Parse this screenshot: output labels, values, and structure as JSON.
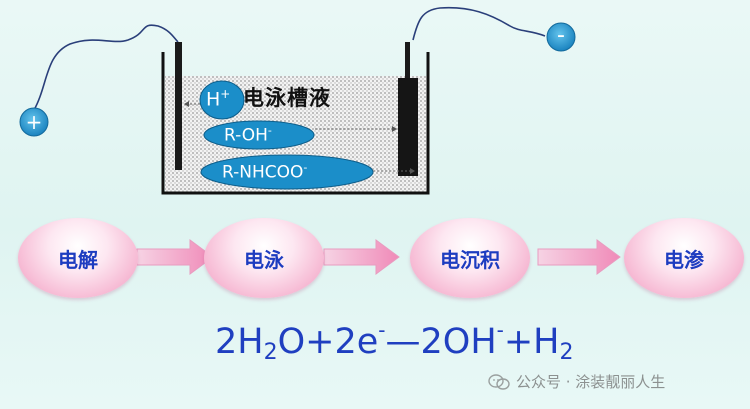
{
  "tank": {
    "label": "电泳槽液",
    "ions": {
      "h_plus": "H",
      "h_plus_charge": "+",
      "hydroxide_group": "R-OH",
      "hydroxide_charge": "-",
      "carbamate_group": "R-NHCOO",
      "carbamate_charge": "-"
    },
    "anode_sign": "+",
    "cathode_sign": "-"
  },
  "steps": [
    "电解",
    "电泳",
    "电沉积",
    "电渗"
  ],
  "equation": {
    "p1": "2H",
    "s1": "2",
    "p2": "O+2e",
    "s2": "-",
    "p3": "—2OH",
    "s3": "-",
    "p4": "+H",
    "s4": "2"
  },
  "watermark": "公众号 · 涂装靓丽人生",
  "colors": {
    "ion_fill": "#1b8ec9",
    "wire": "#2a3f7a",
    "step_text": "#1d3cc0",
    "equation_text": "#1f3fc0"
  }
}
